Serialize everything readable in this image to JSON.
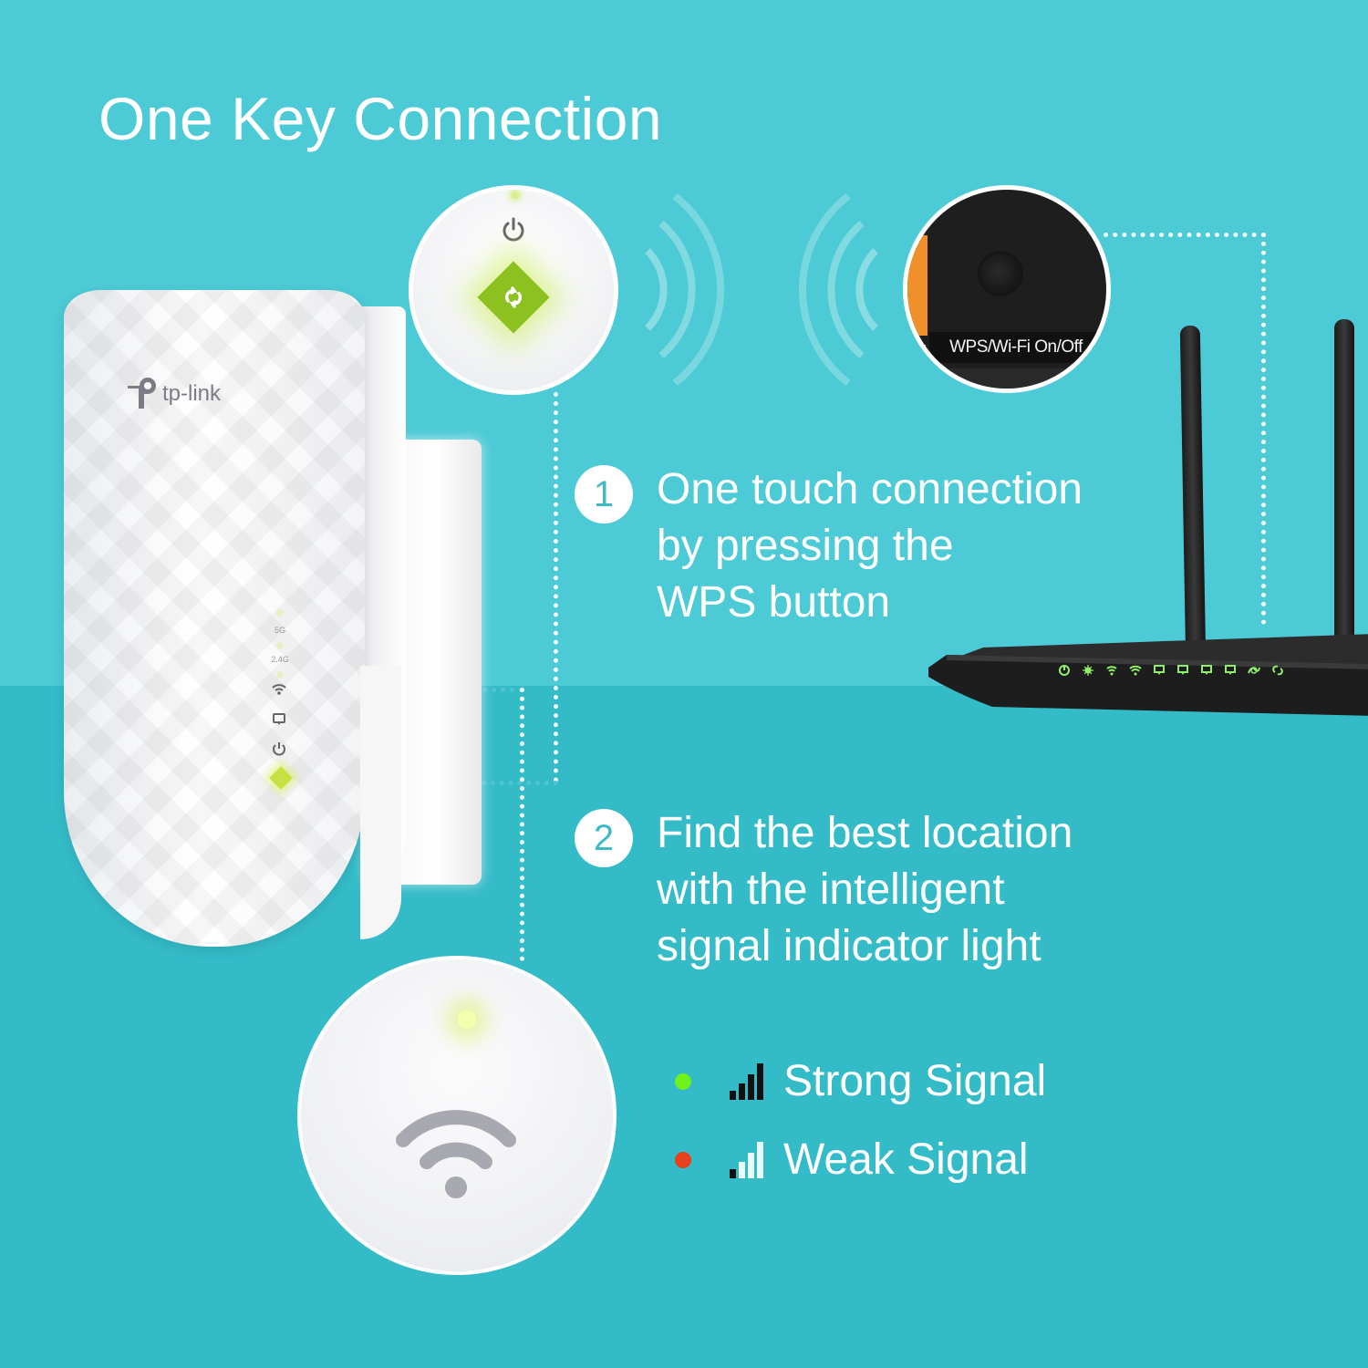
{
  "title": "One Key Connection",
  "colors": {
    "background_top": "#4ccad5",
    "background_bottom": "#34bbc8",
    "text": "#ffffff",
    "badge_text": "#3fb9c6",
    "wps_green": "#8cc11f",
    "strong_signal": "#6ef21a",
    "weak_signal": "#e8401a",
    "router_led": "#8ff06a"
  },
  "callouts": {
    "extender_wps_zoom": {
      "icons": [
        "power-icon",
        "wps-icon",
        "led-indicator"
      ]
    },
    "router_wps_zoom": {
      "label": "WPS/Wi-Fi On/Off"
    },
    "signal_zoom": {
      "icons": [
        "signal-led",
        "wifi-icon"
      ]
    }
  },
  "extender": {
    "brand": "tp-link",
    "led_labels": [
      "5G",
      "2.4G"
    ],
    "led_icons": [
      "wifi-icon",
      "ethernet-icon",
      "power-icon",
      "wps-icon"
    ]
  },
  "router": {
    "led_icons": [
      "power",
      "system",
      "wifi-2.4g",
      "wifi-5g",
      "lan1",
      "lan2",
      "lan3",
      "lan4",
      "internet",
      "wps"
    ]
  },
  "steps": [
    {
      "number": "1",
      "lines": [
        "One touch connection",
        "by pressing the",
        "WPS button"
      ]
    },
    {
      "number": "2",
      "lines": [
        "Find the best location",
        "with the intelligent",
        "signal indicator light"
      ]
    }
  ],
  "legend": [
    {
      "label": "Strong Signal",
      "dot_color": "#6ef21a",
      "bars_filled": 4,
      "bars_total": 4
    },
    {
      "label": "Weak Signal",
      "dot_color": "#e8401a",
      "bars_filled": 1,
      "bars_total": 4
    }
  ]
}
